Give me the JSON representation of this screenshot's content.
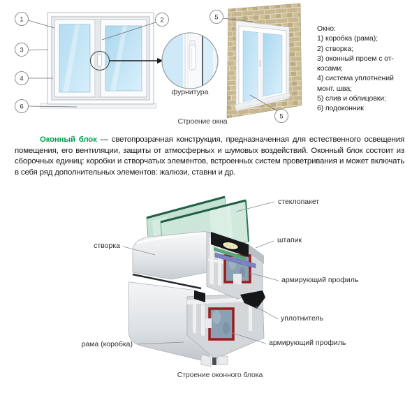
{
  "figure_top": {
    "caption": "Строение окна",
    "detail_label": "фурнитура",
    "callout_1": "1",
    "callout_2": "2",
    "callout_3": "3",
    "callout_4": "4",
    "callout_6": "6",
    "callout_5_top": "5",
    "callout_5_bottom": "5"
  },
  "window_list": {
    "title": "Окно:",
    "lines": [
      "1) коробка (рама);",
      "2) створка;",
      "3) оконный проем с от-",
      "косами;",
      "4) система уплотнений",
      "монт. шва;",
      "5) слив и облицовки;",
      "6) подоконник"
    ]
  },
  "paragraph": {
    "term": "Оконный блок",
    "body": " — светопрозрачная конструкция, предназначенная для естественного освещения помещения, его вентиляции, защиты от атмосферных и шумовых воздействий. Оконный блок состоит из сборочных единиц: коробки и створчатых элементов, встроенных систем проветривания и может включать в себя ряд дополнительных элементов: жалюзи, ставни и др."
  },
  "figure_bottom": {
    "caption": "Строение оконного блока",
    "labels": {
      "glass_unit": "стеклопакет",
      "glazing_bead": "штапик",
      "sash": "створка",
      "reinforcing_profile_sash": "армирующий профиль",
      "seal": "уплотнитель",
      "reinforcing_profile_frame": "армирующий профиль",
      "frame": "рама (коробка)"
    }
  },
  "colors": {
    "term_green": "#00a04e",
    "glass_blue": "#bfe3f5",
    "glazing_green": "#9fd4b8",
    "brick_tan": "#c7b78e",
    "reinforcement_red": "#9b1c1c"
  }
}
